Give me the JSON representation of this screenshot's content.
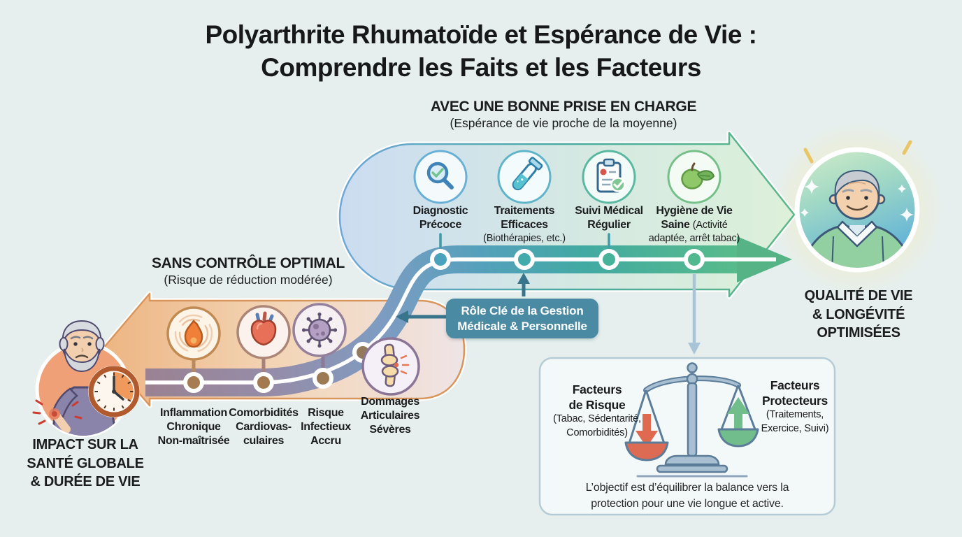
{
  "title": {
    "line1": "Polyarthrite Rhumatoïde et Espérance de Vie :",
    "line2": "Comprendre les Faits et les Facteurs"
  },
  "top_path": {
    "heading": "AVEC UNE BONNE PRISE EN CHARGE",
    "subheading": "(Espérance de vie proche de la moyenne)",
    "steps": [
      {
        "icon": "magnifier-check-icon",
        "line1": "Diagnostic",
        "line2": "Précoce"
      },
      {
        "icon": "test-tube-icon",
        "line1": "Traitements",
        "line2": "Efficaces",
        "note": "(Biothérapies, etc.)"
      },
      {
        "icon": "clipboard-check-icon",
        "line1": "Suivi Médical",
        "line2": "Régulier"
      },
      {
        "icon": "apple-leaf-icon",
        "line1": "Hygiène de Vie",
        "line2": "Saine",
        "line2_note": "(Activité",
        "note": "adaptée, arrêt tabac)"
      }
    ]
  },
  "bottom_path": {
    "heading": "SANS CONTRÔLE OPTIMAL",
    "subheading": "(Risque de réduction modérée)",
    "steps": [
      {
        "icon": "flame-icon",
        "lines": [
          "Inflammation",
          "Chronique",
          "Non-maîtrisée"
        ]
      },
      {
        "icon": "heart-icon",
        "lines": [
          "Comorbidités",
          "Cardiovas-",
          "culaires"
        ]
      },
      {
        "icon": "virus-icon",
        "lines": [
          "Risque",
          "Infectieux",
          "Accru"
        ]
      },
      {
        "icon": "knee-joint-icon",
        "lines": [
          "Dommages",
          "Articulaires",
          "Sévères"
        ]
      }
    ]
  },
  "left_outcome": {
    "icon": "sad-elderly-clock-illustration",
    "lines": [
      "IMPACT SUR LA",
      "SANTÉ GLOBALE",
      "& DURÉE DE VIE"
    ]
  },
  "right_outcome": {
    "icon": "happy-elderly-illustration",
    "lines": [
      "QUALITÉ DE VIE",
      "& LONGÉVITÉ",
      "OPTIMISÉES"
    ]
  },
  "management_box": {
    "line1": "Rôle Clé de la Gestion",
    "line2": "Médicale & Personnelle"
  },
  "balance_panel": {
    "risk": {
      "title1": "Facteurs",
      "title2": "de Risque",
      "note1": "(Tabac, Sédentarité,",
      "note2": "Comorbidités)"
    },
    "protective": {
      "title1": "Facteurs",
      "title2": "Protecteurs",
      "note1": "(Traitements,",
      "note2": "Exercice, Suivi)"
    },
    "caption1": "L’objectif est d’équilibrer la balance vers la",
    "caption2": "protection pour une vie longue et active."
  },
  "colors": {
    "background": "#e6efee",
    "title_text": "#17181a",
    "top_arrow_left": "#cbdcf1",
    "top_arrow_right": "#dcf0da",
    "bottom_arrow_left": "#edb583",
    "bottom_arrow_right": "#efe3e6",
    "ribbon_green": "#58bb8a",
    "ribbon_teal": "#42aaa2",
    "ribbon_blue": "#7e9cc2",
    "ribbon_mauve": "#9a8292",
    "management_box_bg": "#4a8aa2",
    "management_arrow": "#38758d",
    "risk_red": "#e06a50",
    "protect_green": "#72bd8c",
    "scale_metal": "#a9bfd2",
    "scale_outline": "#5b7d99",
    "panel_bg": "#f3f8f9",
    "panel_border": "#b5ccd6"
  }
}
